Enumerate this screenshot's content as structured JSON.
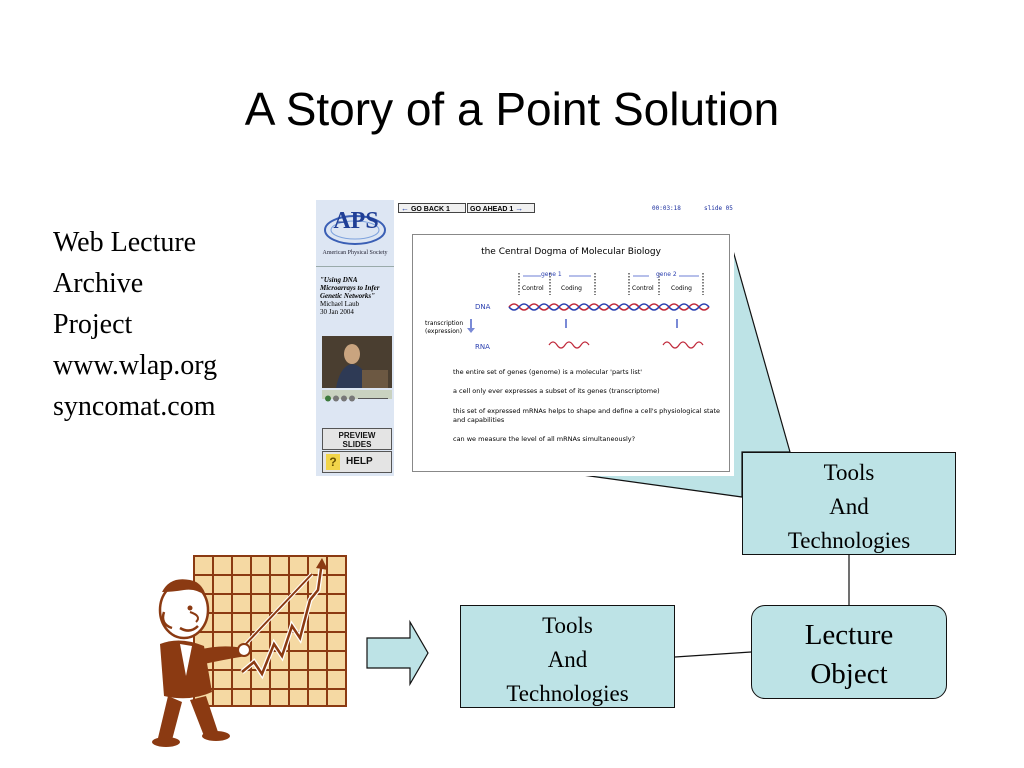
{
  "slide": {
    "title": "A Story of a Point Solution",
    "left_text": [
      "Web Lecture",
      "Archive",
      "Project",
      "www.wlap.org",
      "syncomat.com"
    ]
  },
  "boxes": {
    "tools_top": [
      "Tools",
      "And",
      "Technologies"
    ],
    "tools_bottom": [
      "Tools",
      "And",
      "Technologies"
    ],
    "lecture_object": [
      "Lecture",
      "Object"
    ]
  },
  "screenshot": {
    "nav": {
      "back": "GO BACK 1",
      "ahead": "GO AHEAD 1"
    },
    "timer": "00:03:18",
    "slide_no": "slide 05",
    "sidebar": {
      "logo": "APS",
      "logo_sub": "American Physical Society",
      "talk_title": "\"Using DNA Microarrays to Infer Genetic Networks\"",
      "speaker": "Michael Laub",
      "date": "30 Jan 2004",
      "preview_button": [
        "PREVIEW",
        "SLIDES"
      ],
      "help_button": "HELP"
    },
    "inner_slide": {
      "title": "the Central Dogma of Molecular Biology",
      "gene1": "gene 1",
      "gene2": "gene 2",
      "control": "Control",
      "coding": "Coding",
      "dna_label": "DNA",
      "rna_label": "RNA",
      "transcription": "transcription",
      "expression": "(expression)",
      "bullets": [
        "the entire set of genes (genome) is a molecular 'parts list'",
        "a cell only ever expresses a subset of its genes (transcriptome)",
        "this set of expressed mRNAs helps to shape and define a cell's physiological state and capabilities",
        "can we measure the level of all mRNAs simultaneously?"
      ]
    }
  },
  "colors": {
    "box_fill": "#bde3e6",
    "arrow_fill": "#bde3e6",
    "figure_brown": "#8b3a12",
    "chart_board": "#f5d9a3",
    "dna_blue": "#2a3fb0",
    "dna_red": "#c0283a"
  },
  "icons": {
    "presenter": "presenter-chart-clipart",
    "arrow": "right-arrow-shape",
    "help": "question-mark-icon",
    "back": "left-arrow-icon",
    "ahead": "right-arrow-icon"
  }
}
